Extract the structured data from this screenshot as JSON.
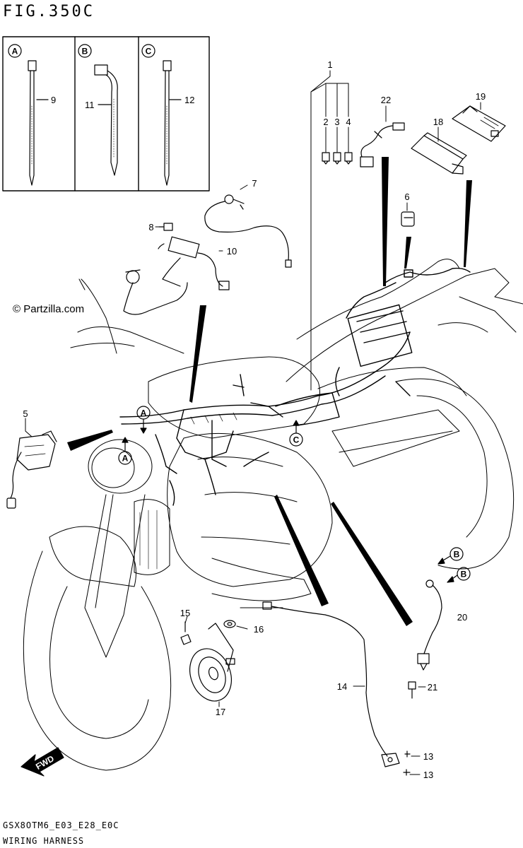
{
  "figure": {
    "title": "FIG.350C",
    "watermark": "© Partzilla.com",
    "model_code": "GSX8OTM6_E03_E28_E0C",
    "diagram_name": "WIRING HARNESS",
    "fwd_label": "FWD"
  },
  "inset_panels": [
    {
      "badge": "A",
      "part": "9"
    },
    {
      "badge": "B",
      "part": "11"
    },
    {
      "badge": "C",
      "part": "12"
    }
  ],
  "callouts": {
    "p1": "1",
    "p2": "2",
    "p3": "3",
    "p4": "4",
    "p5": "5",
    "p6": "6",
    "p7": "7",
    "p8": "8",
    "p10": "10",
    "p13a": "13",
    "p13b": "13",
    "p14": "14",
    "p15": "15",
    "p16": "16",
    "p17": "17",
    "p18": "18",
    "p19": "19",
    "p20": "20",
    "p21": "21",
    "p22": "22"
  },
  "ref_markers": {
    "a1": "A",
    "a2": "A",
    "c1": "C",
    "b1": "B",
    "b2": "B"
  }
}
